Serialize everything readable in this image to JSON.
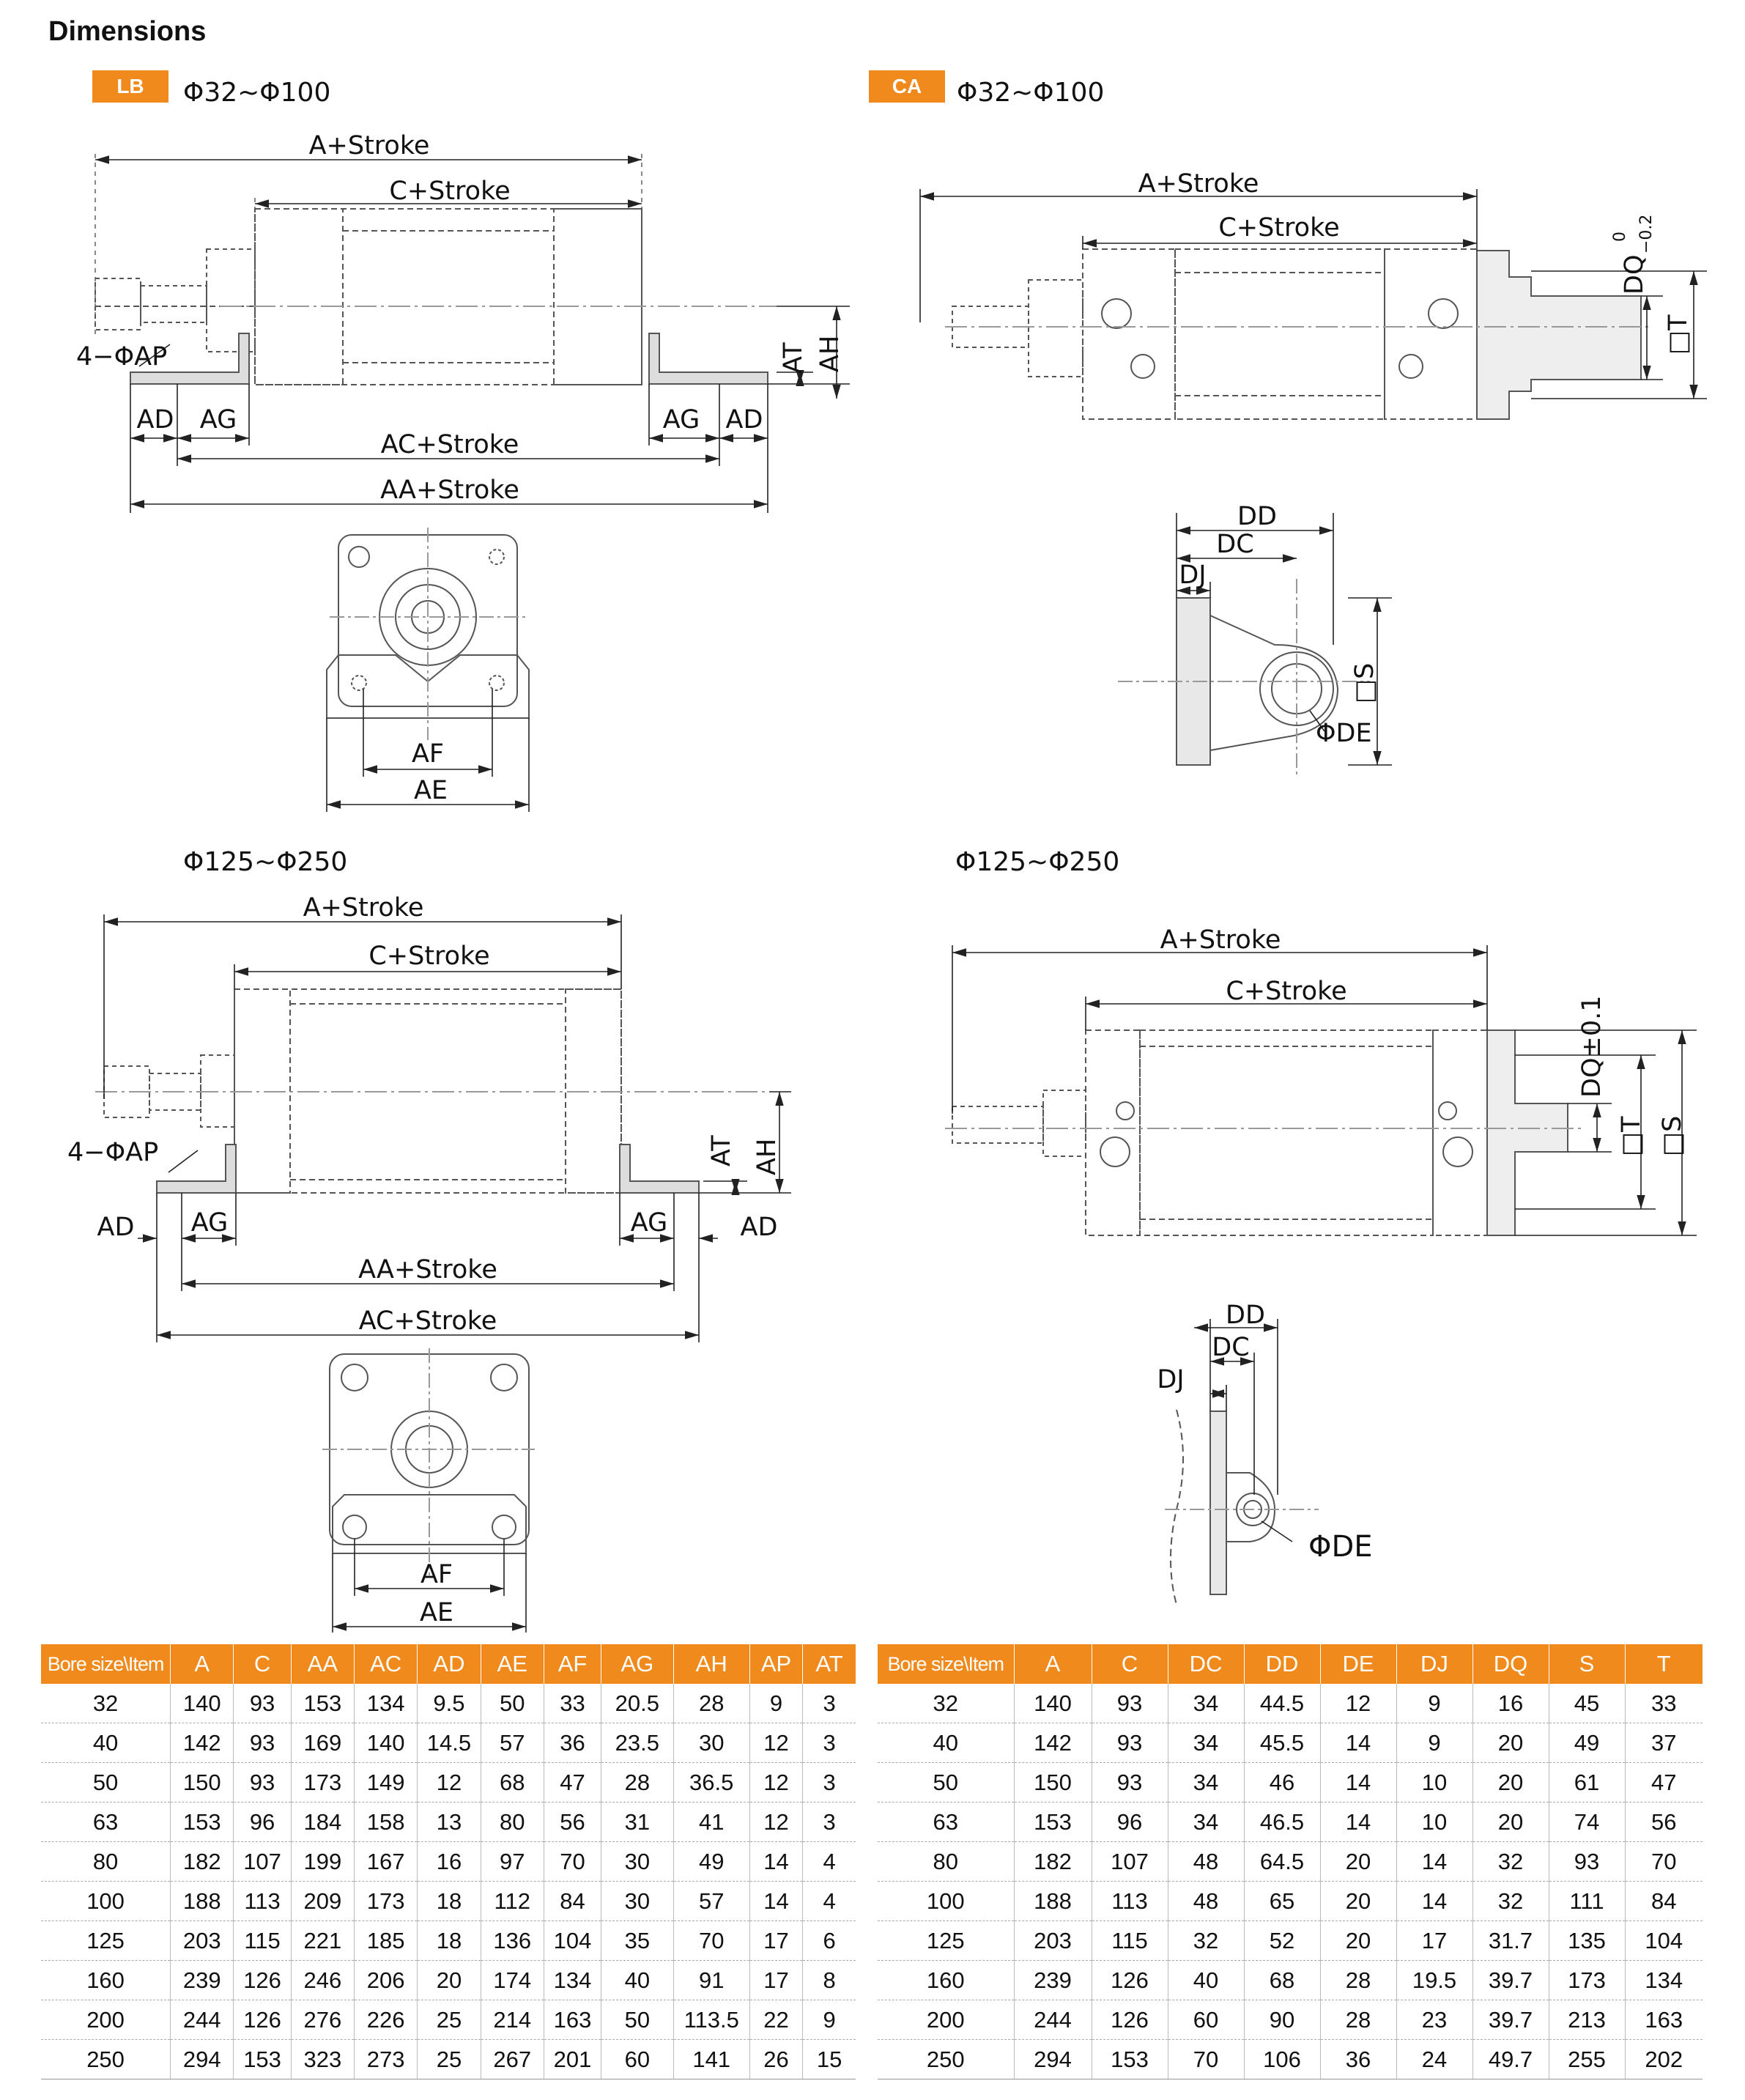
{
  "title": "Dimensions",
  "lb": {
    "tag": "LB",
    "range_small": "Φ32~Φ100",
    "range_large": "Φ125~Φ250",
    "labels_small": {
      "a_stroke": "A+Stroke",
      "c_stroke": "C+Stroke",
      "ap": "4−ΦAP",
      "ad_left": "AD",
      "ag_left": "AG",
      "ag_right": "AG",
      "ad_right": "AD",
      "at": "AT",
      "ah": "AH",
      "ac_stroke": "AC+Stroke",
      "aa_stroke": "AA+Stroke",
      "af": "AF",
      "ae": "AE"
    },
    "labels_large": {
      "a_stroke": "A+Stroke",
      "c_stroke": "C+Stroke",
      "ap": "4−ΦAP",
      "ad_left": "AD",
      "ag_left": "AG",
      "ag_right": "AG",
      "ad_right": "AD",
      "at": "AT",
      "ah": "AH",
      "aa_stroke": "AA+Stroke",
      "ac_stroke": "AC+Stroke",
      "af": "AF",
      "ae": "AE"
    }
  },
  "ca": {
    "tag": "CA",
    "range_small": "Φ32~Φ100",
    "range_large": "Φ125~Φ250",
    "labels_small": {
      "a_stroke": "A+Stroke",
      "c_stroke": "C+Stroke",
      "dq": "DQ",
      "dq_tol_top": "0",
      "dq_tol_bottom": "−0.2",
      "t": "□T",
      "dd": "DD",
      "dc": "DC",
      "dj": "DJ",
      "s": "□S",
      "de": "ΦDE"
    },
    "labels_large": {
      "a_stroke": "A+Stroke",
      "c_stroke": "C+Stroke",
      "dq": "DQ±0.1",
      "t": "□T",
      "s": "□S",
      "dd": "DD",
      "dc": "DC",
      "dj": "DJ",
      "de": "ΦDE"
    }
  },
  "table_lb": {
    "headers": [
      "Bore size\\Item",
      "A",
      "C",
      "AA",
      "AC",
      "AD",
      "AE",
      "AF",
      "AG",
      "AH",
      "AP",
      "AT"
    ],
    "rows": [
      [
        "32",
        "140",
        "93",
        "153",
        "134",
        "9.5",
        "50",
        "33",
        "20.5",
        "28",
        "9",
        "3"
      ],
      [
        "40",
        "142",
        "93",
        "169",
        "140",
        "14.5",
        "57",
        "36",
        "23.5",
        "30",
        "12",
        "3"
      ],
      [
        "50",
        "150",
        "93",
        "173",
        "149",
        "12",
        "68",
        "47",
        "28",
        "36.5",
        "12",
        "3"
      ],
      [
        "63",
        "153",
        "96",
        "184",
        "158",
        "13",
        "80",
        "56",
        "31",
        "41",
        "12",
        "3"
      ],
      [
        "80",
        "182",
        "107",
        "199",
        "167",
        "16",
        "97",
        "70",
        "30",
        "49",
        "14",
        "4"
      ],
      [
        "100",
        "188",
        "113",
        "209",
        "173",
        "18",
        "112",
        "84",
        "30",
        "57",
        "14",
        "4"
      ],
      [
        "125",
        "203",
        "115",
        "221",
        "185",
        "18",
        "136",
        "104",
        "35",
        "70",
        "17",
        "6"
      ],
      [
        "160",
        "239",
        "126",
        "246",
        "206",
        "20",
        "174",
        "134",
        "40",
        "91",
        "17",
        "8"
      ],
      [
        "200",
        "244",
        "126",
        "276",
        "226",
        "25",
        "214",
        "163",
        "50",
        "113.5",
        "22",
        "9"
      ],
      [
        "250",
        "294",
        "153",
        "323",
        "273",
        "25",
        "267",
        "201",
        "60",
        "141",
        "26",
        "15"
      ]
    ]
  },
  "table_ca": {
    "headers": [
      "Bore size\\Item",
      "A",
      "C",
      "DC",
      "DD",
      "DE",
      "DJ",
      "DQ",
      "S",
      "T"
    ],
    "rows": [
      [
        "32",
        "140",
        "93",
        "34",
        "44.5",
        "12",
        "9",
        "16",
        "45",
        "33"
      ],
      [
        "40",
        "142",
        "93",
        "34",
        "45.5",
        "14",
        "9",
        "20",
        "49",
        "37"
      ],
      [
        "50",
        "150",
        "93",
        "34",
        "46",
        "14",
        "10",
        "20",
        "61",
        "47"
      ],
      [
        "63",
        "153",
        "96",
        "34",
        "46.5",
        "14",
        "10",
        "20",
        "74",
        "56"
      ],
      [
        "80",
        "182",
        "107",
        "48",
        "64.5",
        "20",
        "14",
        "32",
        "93",
        "70"
      ],
      [
        "100",
        "188",
        "113",
        "48",
        "65",
        "20",
        "14",
        "32",
        "111",
        "84"
      ],
      [
        "125",
        "203",
        "115",
        "32",
        "52",
        "20",
        "17",
        "31.7",
        "135",
        "104"
      ],
      [
        "160",
        "239",
        "126",
        "40",
        "68",
        "28",
        "19.5",
        "39.7",
        "173",
        "134"
      ],
      [
        "200",
        "244",
        "126",
        "60",
        "90",
        "28",
        "23",
        "39.7",
        "213",
        "163"
      ],
      [
        "250",
        "294",
        "153",
        "70",
        "106",
        "36",
        "24",
        "49.7",
        "255",
        "202"
      ]
    ]
  }
}
